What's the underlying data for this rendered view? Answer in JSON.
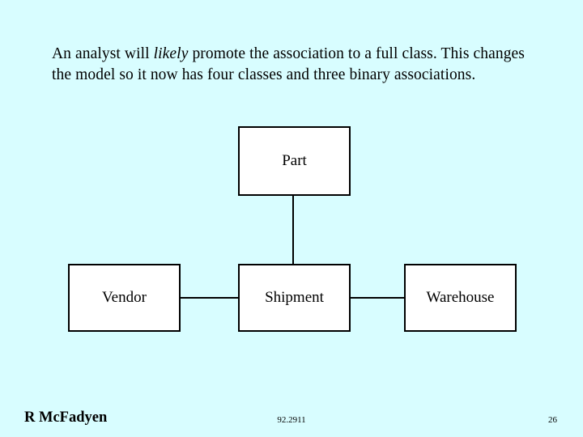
{
  "slide": {
    "background_color": "#d8fdff",
    "text_color": "#000000",
    "box_fill_color": "#ffffff",
    "box_border_color": "#000000"
  },
  "body": {
    "line1_before_em": "An analyst will ",
    "line1_em": "likely",
    "line1_after_em": " promote the association to a full class. This changes the model so it now has four classes and three binary associations."
  },
  "diagram": {
    "type": "uml-class-diagram",
    "classes": [
      {
        "id": "part",
        "label": "Part"
      },
      {
        "id": "vendor",
        "label": "Vendor"
      },
      {
        "id": "shipment",
        "label": "Shipment"
      },
      {
        "id": "warehouse",
        "label": "Warehouse"
      }
    ],
    "associations": [
      {
        "id": "part-shipment",
        "from": "Part",
        "to": "Shipment"
      },
      {
        "id": "vendor-shipment",
        "from": "Vendor",
        "to": "Shipment"
      },
      {
        "id": "shipment-warehouse",
        "from": "Shipment",
        "to": "Warehouse"
      }
    ]
  },
  "footer": {
    "author": "R McFadyen",
    "course": "92.2911",
    "page_number": "26"
  }
}
